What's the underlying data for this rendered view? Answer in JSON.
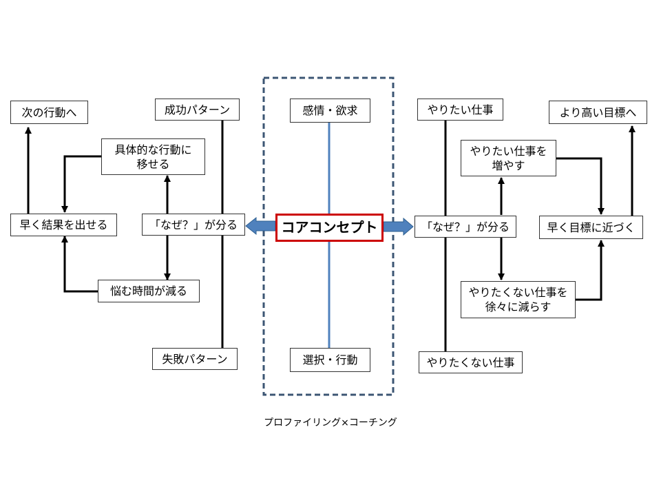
{
  "colors": {
    "center_frame": "#3b5573",
    "core_border": "#cc0000",
    "axis_line": "#4f81bd",
    "connector": "#000000"
  },
  "center": {
    "core": "コアコンセプト",
    "top": "感情・欲求",
    "bottom": "選択・行動"
  },
  "left": {
    "next_action": "次の行動へ",
    "concrete_action": "具体的な行動に\n移せる",
    "quick_results": "早く結果を出せる",
    "less_worry": "悩む時間が減る",
    "success_pattern": "成功パターン",
    "why_known": "「なぜ？」が分る",
    "failure_pattern": "失敗パターン"
  },
  "right": {
    "want_work": "やりたい仕事",
    "increase_want": "やりたい仕事を\n増やす",
    "why_known": "「なぜ？」が分る",
    "decrease_unwanted": "やりたくない仕事を\n徐々に減らす",
    "unwanted_work": "やりたくない仕事",
    "higher_goal": "より高い目標へ",
    "approach_goal": "早く目標に近づく"
  },
  "caption": "プロファイリング×コーチング"
}
